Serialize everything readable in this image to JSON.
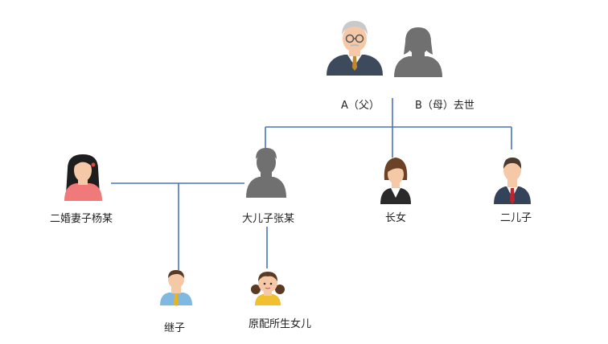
{
  "nodes": {
    "father": "A（父）",
    "mother": "B（母）去世",
    "eldest_son": "大儿子张某",
    "eldest_daughter": "长女",
    "second_son": "二儿子",
    "second_wife": "二婚妻子杨某",
    "stepson": "继子",
    "daughter": "原配所生女儿"
  },
  "colors": {
    "line": "#4a72c0",
    "silhouette": "#707070",
    "suit": "#3d4a5c",
    "skin": "#f5c9a8",
    "wife_top": "#f07a7a",
    "hair_dark": "#1e1e1e"
  }
}
